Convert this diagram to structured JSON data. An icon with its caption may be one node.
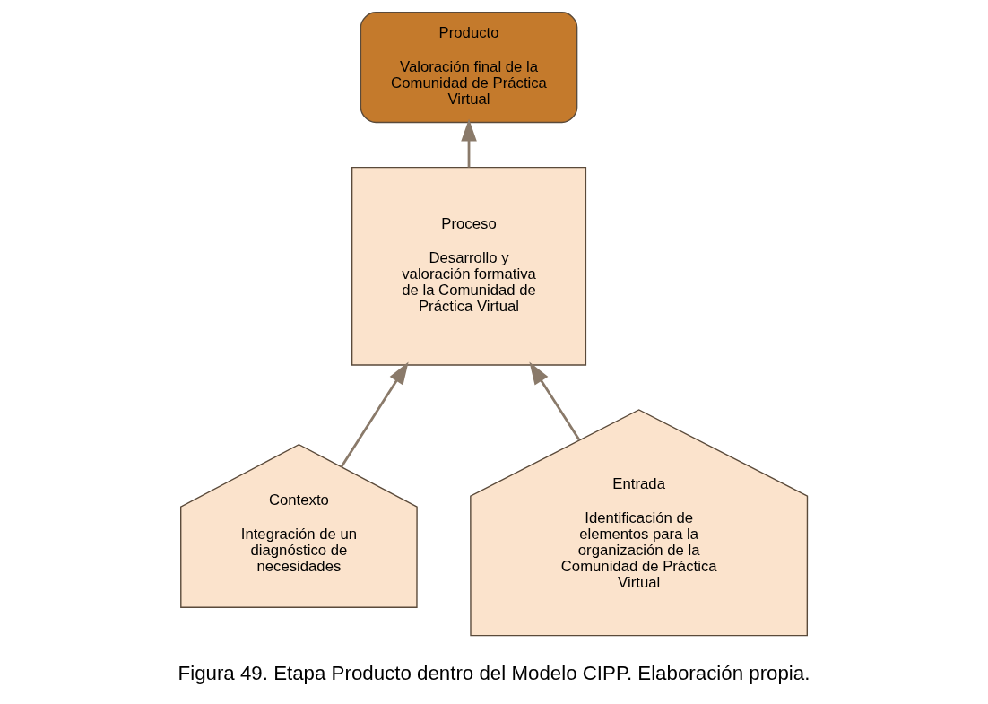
{
  "diagram": {
    "caption": "Figura 49. Etapa Producto dentro del Modelo CIPP. Elaboración propia.",
    "nodes": [
      {
        "text": [
          "Proceso",
          "Desarrollo y valoración formativa de la Comunidad de Práctica Virtual"
        ]
      },
      {
        "text": [
          "Contexto",
          "Integración de un diagnóstico de necesidades"
        ]
      },
      {
        "text": [
          "Entrada",
          "Identificación de elementos para la organización de la Comunidad de Práctica Virtual"
        ]
      },
      {
        "text": [
          "Producto",
          "Valoración final de la Comunidad de Práctica Virtual"
        ]
      }
    ],
    "edges": [
      {
        "from": 1,
        "to": 0,
        "arrow": "to"
      },
      {
        "from": 2,
        "to": 0,
        "arrow": "to"
      },
      {
        "from": 0,
        "to": 3,
        "arrow": "to"
      }
    ]
  }
}
